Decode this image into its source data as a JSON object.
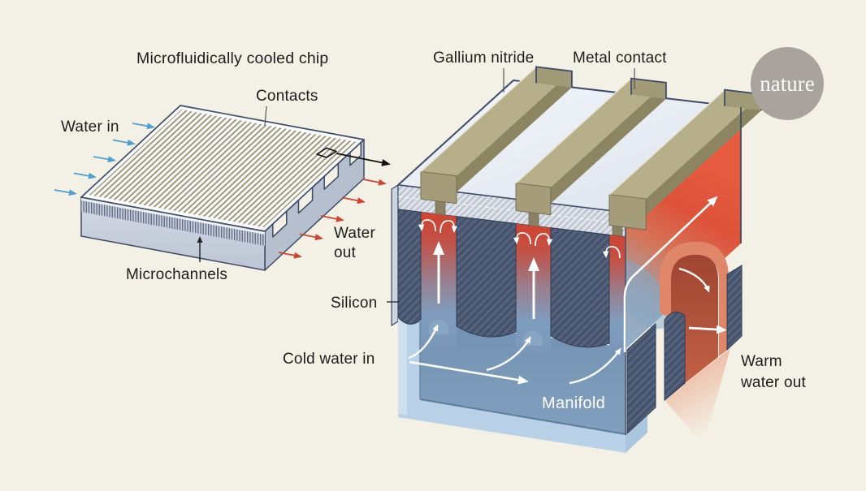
{
  "page": {
    "background": "#f3f1e6"
  },
  "badge": {
    "text": "nature",
    "color": "#a8a49d",
    "text_color": "#fcfcfa"
  },
  "chip_panel": {
    "title": "Microfluidically cooled chip",
    "labels": {
      "contacts": "Contacts",
      "water_in": "Water in",
      "water_out": [
        "Water",
        "out"
      ],
      "microchannels": "Microchannels"
    }
  },
  "detail_panel": {
    "labels": {
      "gallium_nitride": "Gallium nitride",
      "metal_contact": "Metal contact",
      "silicon": "Silicon",
      "cold_water_in": "Cold water in",
      "manifold": "Manifold",
      "warm_water_out": [
        "Warm",
        "water out"
      ]
    }
  },
  "colors": {
    "background": "#f3f1e6",
    "cold_arrow_blue": "#4f9ed0",
    "warm_arrow_red": "#cf4430",
    "silicon_navy": "#46536d",
    "silicon_hatch": "#58667f",
    "metal_contact_tan": "#b7af89",
    "metal_contact_side": "#8c8562",
    "gallium_layer_gray": "#dde1e8",
    "manifold_blue": "#7392b3",
    "manifold_shell_blue": "#b8d1e7",
    "hot_water_red": "#d04330",
    "chip_body_gray": "#c6cdd9",
    "chip_channel_olive": "#9c9574",
    "outline_navy": "#3e4b66",
    "text_dark": "#1d1d1b"
  }
}
